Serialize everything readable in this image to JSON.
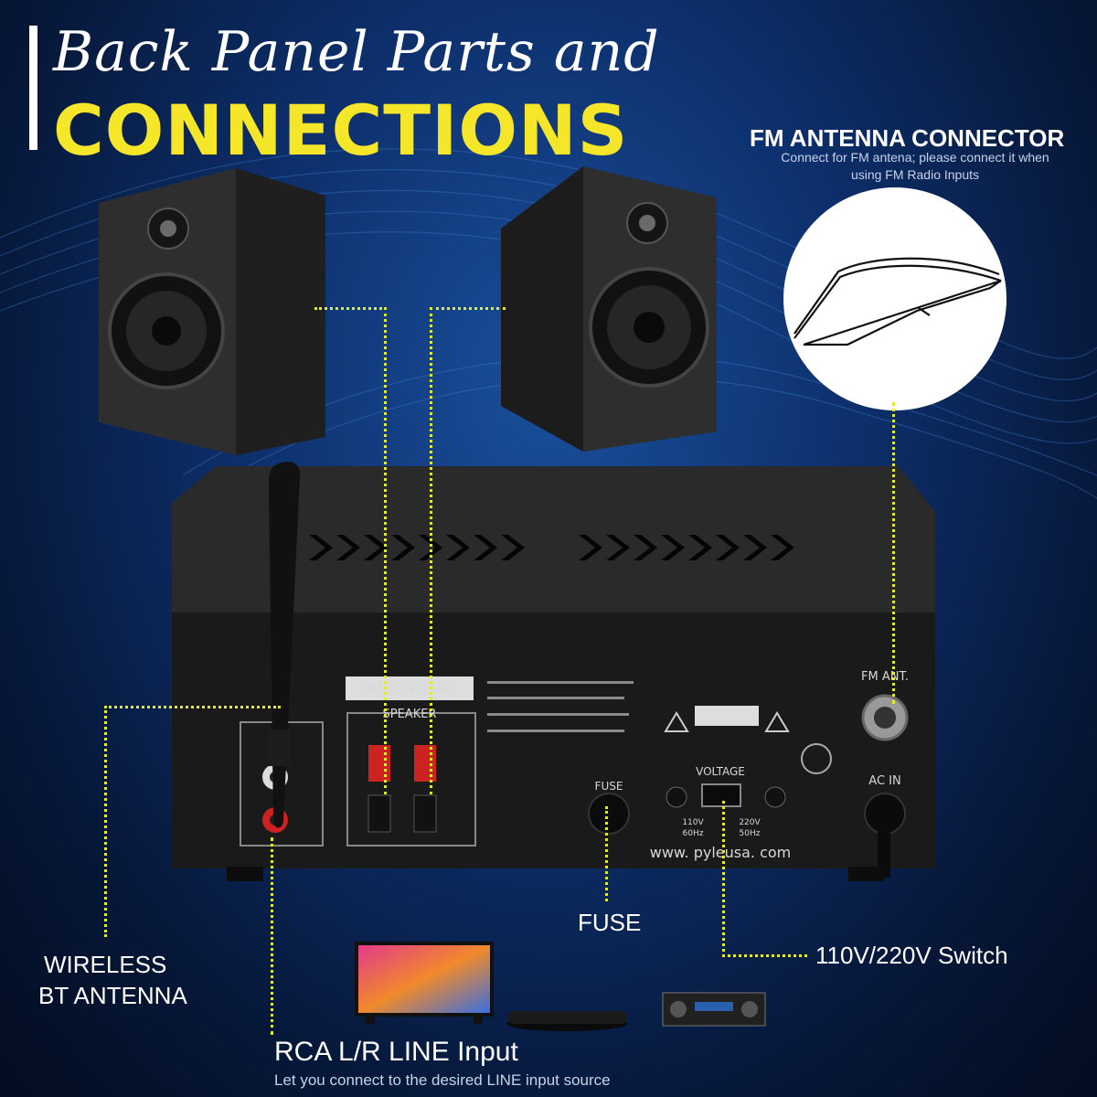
{
  "header": {
    "title_script": "Back Panel Parts and",
    "title_main": "CONNECTIONS"
  },
  "fm_antenna": {
    "title": "FM ANTENNA CONNECTOR",
    "description": "Connect for FM antena; please connect it when using FM Radio Inputs"
  },
  "callouts": {
    "wireless_line1": "WIRELESS",
    "wireless_line2": "BT ANTENNA",
    "fuse": "FUSE",
    "voltage_switch": "110V/220V Switch",
    "rca_title": "RCA L/R LINE Input",
    "rca_desc": "Let you connect to the desired LINE input source"
  },
  "amp_panel": {
    "made_in": "MADE IN CHINA",
    "speaker": "SPEAKER",
    "fuse": "FUSE",
    "voltage": "VOLTAGE",
    "v110": "110V",
    "hz60": "60Hz",
    "v220": "220V",
    "hz50": "50Hz",
    "fm_ant": "FM ANT.",
    "ac_in": "AC IN",
    "website": "www. pyleusa. com"
  },
  "colors": {
    "accent": "#f5e62a",
    "callout_line": "#e3ec2a",
    "background": "#0d2f6b"
  },
  "icons": [
    "wave-swirl",
    "bookshelf-speaker",
    "fm-wire-antenna",
    "bt-antenna",
    "tv",
    "media-player",
    "mini-amplifier"
  ]
}
